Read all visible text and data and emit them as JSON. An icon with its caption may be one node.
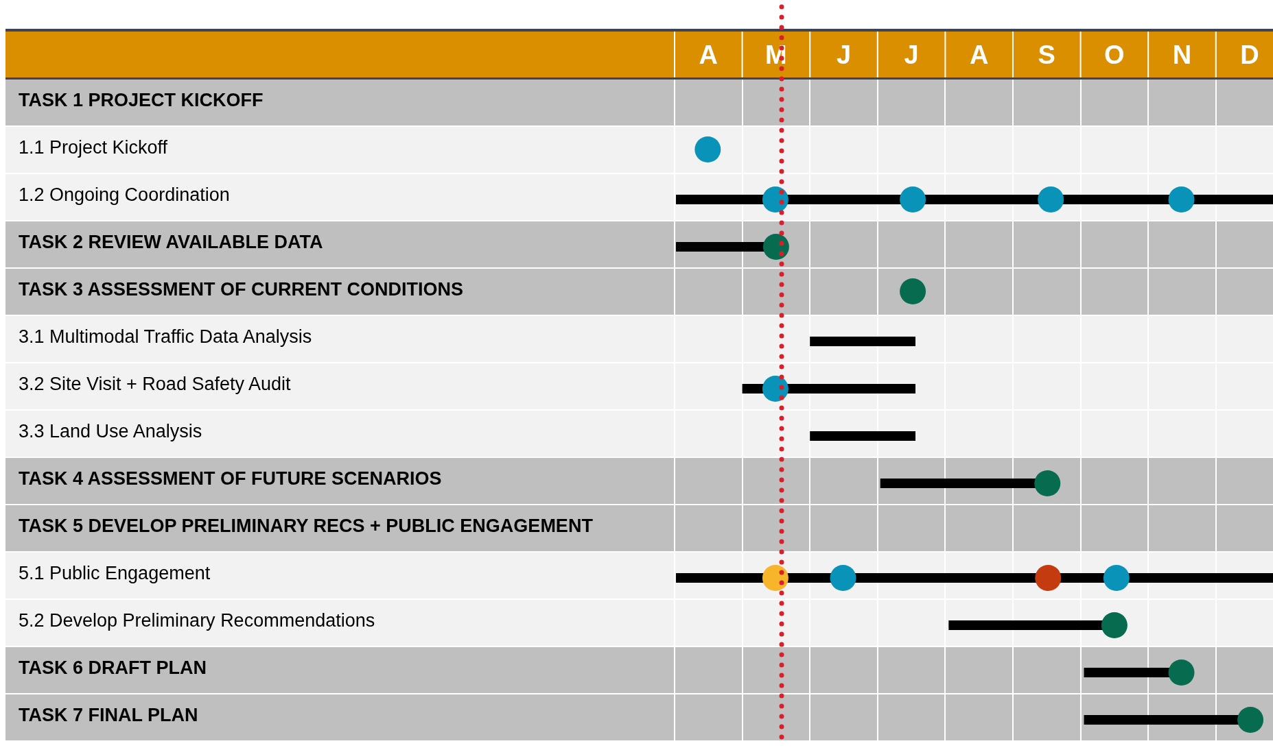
{
  "diagram": {
    "nodes": [
      {
        "text": [
          "TASK 1 PROJECT KICKOFF"
        ]
      },
      {
        "text": [
          "1.1 Project Kickoff"
        ]
      },
      {
        "text": [
          "1.2 Ongoing Coordination"
        ]
      },
      {
        "text": [
          "TASK 2 REVIEW AVAILABLE DATA"
        ]
      },
      {
        "text": [
          "TASK 3 ASSESSMENT OF CURRENT CONDITIONS"
        ]
      },
      {
        "text": [
          "3.1 Multimodal Traffic Data Analysis"
        ]
      },
      {
        "text": [
          "3.2 Site Visit + Road Safety Audit"
        ]
      },
      {
        "text": [
          "3.3 Land Use Analysis"
        ]
      },
      {
        "text": [
          "TASK 4 ASSESSMENT OF FUTURE SCENARIOS"
        ]
      },
      {
        "text": [
          "TASK 5 DEVELOP PRELIMINARY RECS + PUBLIC ENGAGEMENT"
        ]
      },
      {
        "text": [
          "5.1 Public Engagement"
        ]
      },
      {
        "text": [
          "5.2 Develop Preliminary Recommendations"
        ]
      },
      {
        "text": [
          "TASK 6 DRAFT PLAN"
        ]
      },
      {
        "text": [
          "TASK 7 FINAL PLAN"
        ]
      }
    ],
    "labels": [
      "A",
      "M",
      "J",
      "J",
      "A",
      "S",
      "O",
      "N",
      "D"
    ]
  }
}
